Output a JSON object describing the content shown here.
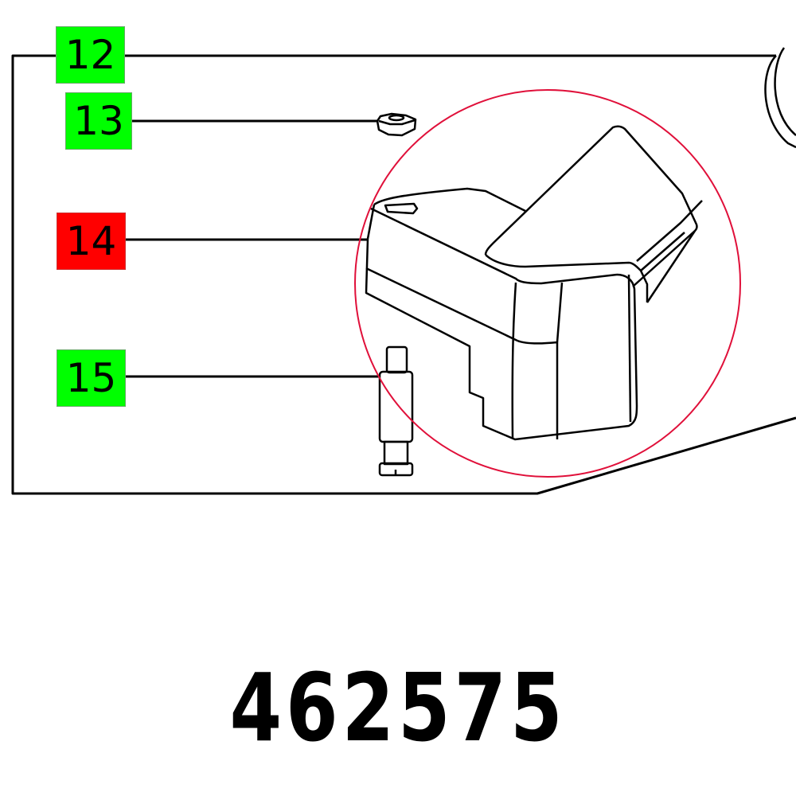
{
  "callouts": [
    {
      "number": "12",
      "status": "available",
      "color": "#00ff00"
    },
    {
      "number": "13",
      "status": "available",
      "color": "#00ff00"
    },
    {
      "number": "14",
      "status": "highlighted",
      "color": "#ff0000"
    },
    {
      "number": "15",
      "status": "available",
      "color": "#00ff00"
    }
  ],
  "part_number": "462575",
  "highlight_circle_color": "#e0103a"
}
